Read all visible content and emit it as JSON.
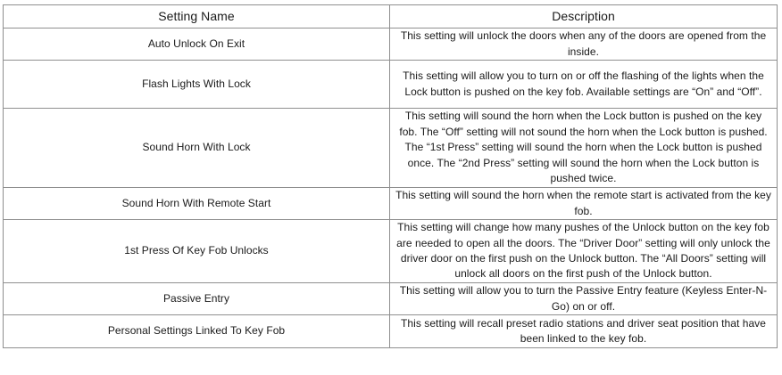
{
  "table": {
    "headers": [
      "Setting Name",
      "Description"
    ],
    "rows": [
      {
        "name": "Auto Unlock On Exit",
        "description": "This setting will unlock the doors when any of the doors are opened from the inside."
      },
      {
        "name": "Flash Lights With Lock",
        "description": "This setting will allow you to turn on or off the flashing of the lights when the Lock button is pushed on the key fob. Available settings are “On” and “Off”."
      },
      {
        "name": "Sound Horn With Lock",
        "description": "This setting will sound the horn when the Lock button is pushed on the key fob. The “Off” setting will not sound the horn when the Lock button is pushed. The “1st Press” setting will sound the horn when the Lock button is pushed once. The “2nd Press” setting will sound the horn when the Lock button is pushed twice."
      },
      {
        "name": "Sound Horn With Remote Start",
        "description": "This setting will sound the horn when the remote start is activated from the key fob."
      },
      {
        "name": "1st Press Of Key Fob Unlocks",
        "description": "This setting will change how many pushes of the Unlock button on the key fob are needed to open all the doors. The “Driver Door” setting will only unlock the driver door on the first push on the Unlock button. The “All Doors” setting will unlock all doors on the first push of the Unlock button."
      },
      {
        "name": "Passive Entry",
        "description": "This setting will allow you to turn the Passive Entry feature (Keyless Enter-N-Go) on or off."
      },
      {
        "name": "Personal Settings Linked To Key Fob",
        "description": "This setting will recall preset radio stations and driver seat position that have been linked to the key fob."
      }
    ]
  }
}
